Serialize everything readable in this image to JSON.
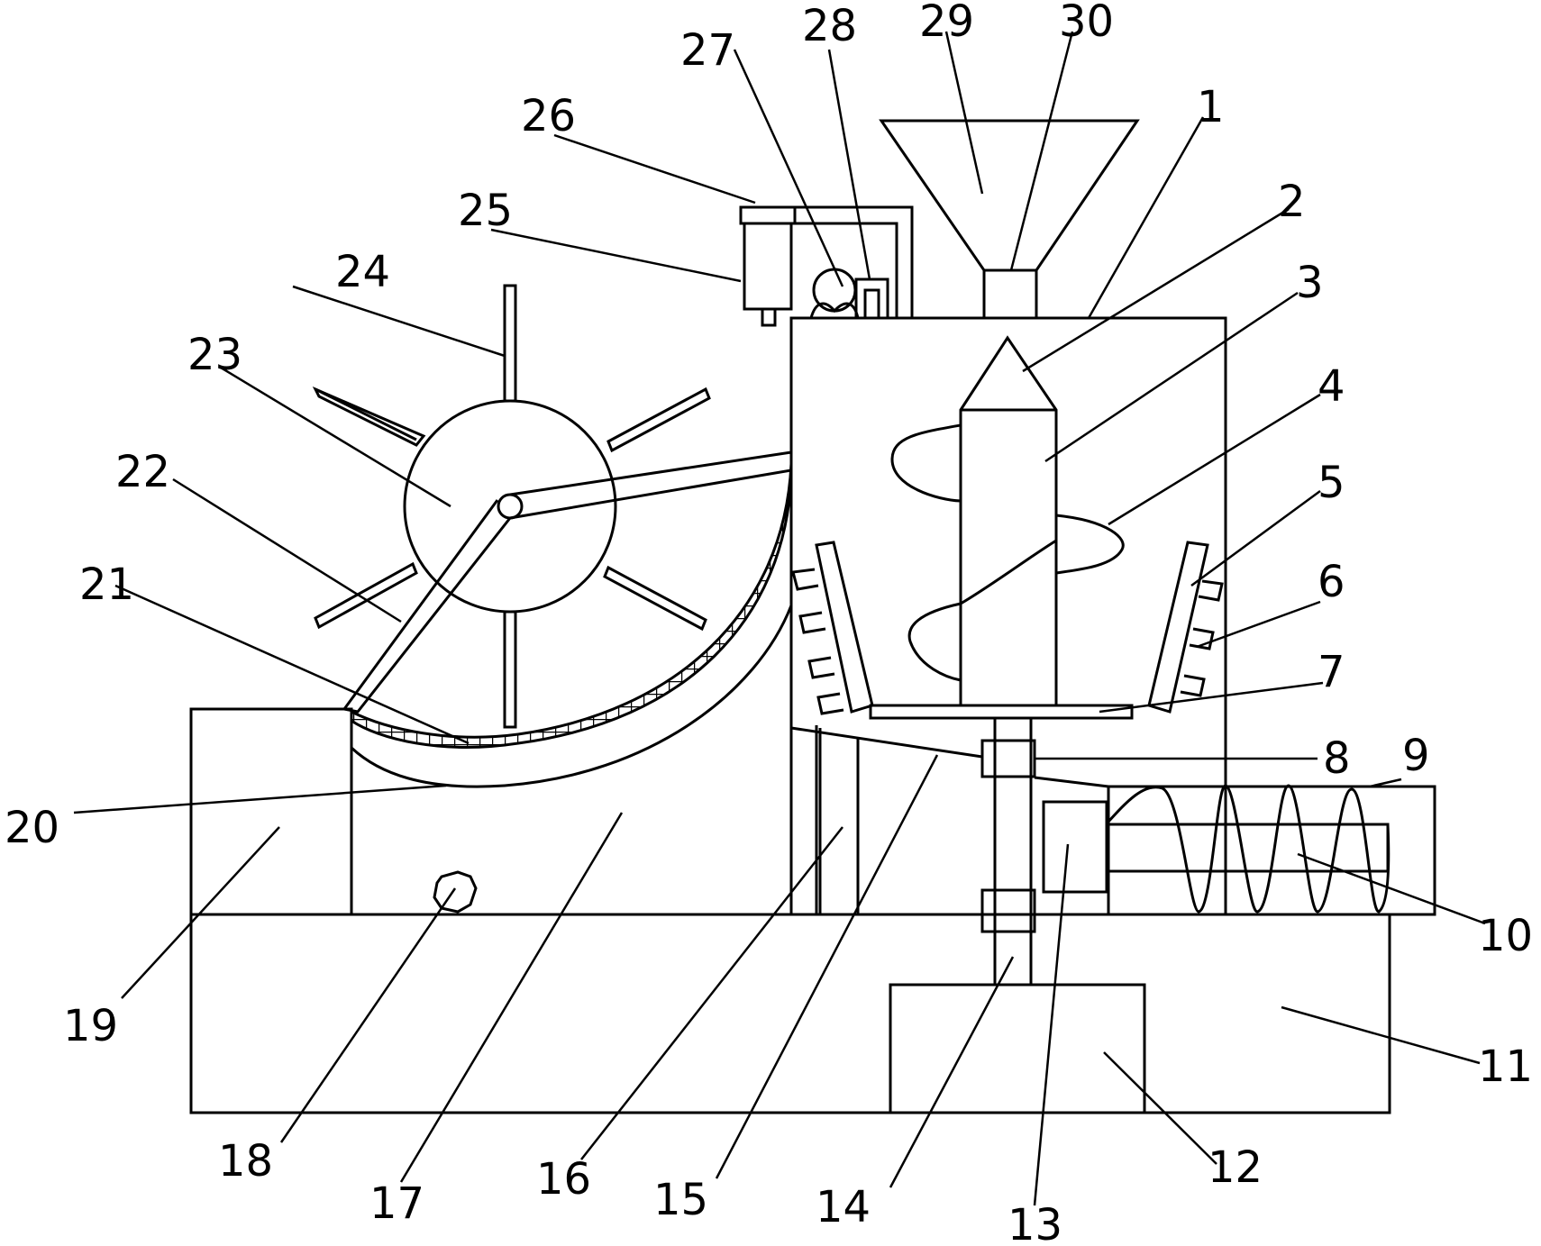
{
  "figure": {
    "callouts": [
      "1",
      "2",
      "3",
      "4",
      "5",
      "6",
      "7",
      "8",
      "9",
      "10",
      "11",
      "12",
      "13",
      "14",
      "15",
      "16",
      "17",
      "18",
      "19",
      "20",
      "21",
      "22",
      "23",
      "24",
      "25",
      "26",
      "27",
      "28",
      "29",
      "30"
    ]
  }
}
